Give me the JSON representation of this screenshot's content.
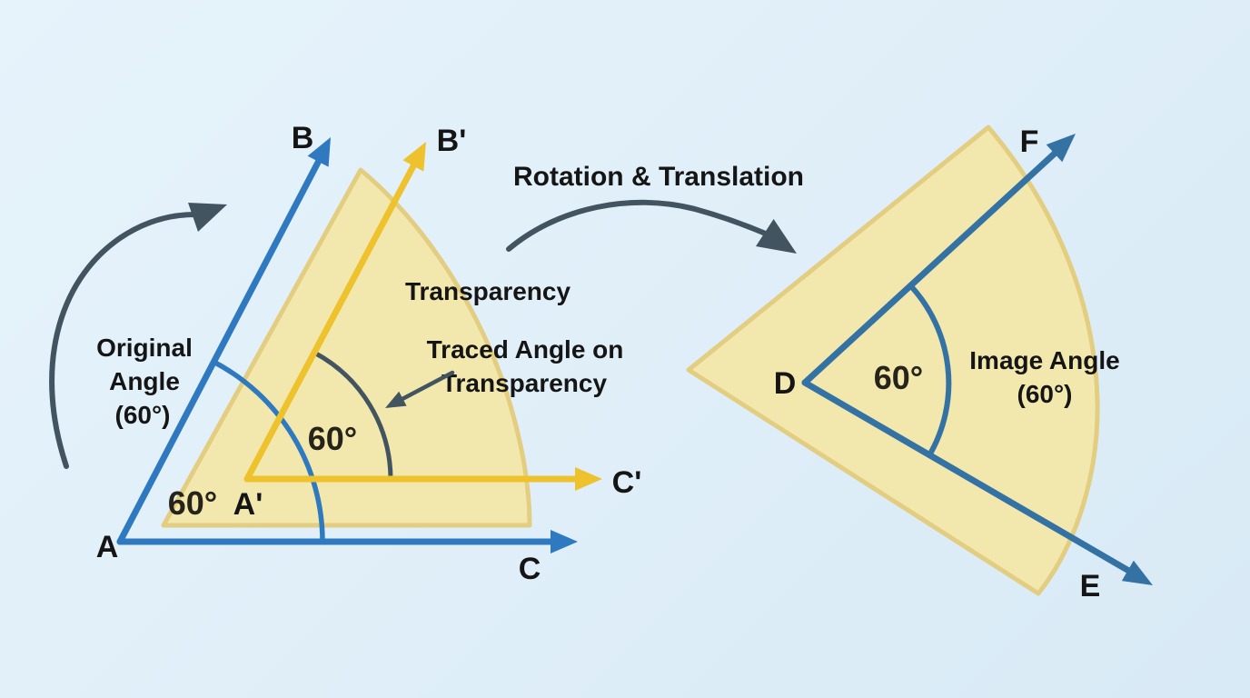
{
  "colors": {
    "background": "#dfeef8",
    "blue": "#2e79bf",
    "blue_right": "#3572a4",
    "yellow": "#eec22d",
    "transparency_fill": "#f3e7a7",
    "transparency_border": "#e2cd80",
    "dark": "#41545f",
    "text": "#151515"
  },
  "left": {
    "vertex": "A",
    "ray_top": "B",
    "ray_right": "C",
    "angle": "60°",
    "caption": {
      "line1": "Original",
      "line2": "Angle",
      "line3": "(60°)"
    },
    "traced_vertex": "A'",
    "traced_ray_top": "B'",
    "traced_ray_right": "C'",
    "traced_angle": "60°",
    "sheet_label": "Transparency",
    "pointer": {
      "line1": "Traced Angle on",
      "line2": "Transparency"
    }
  },
  "transform": {
    "label": "Rotation & Translation"
  },
  "right": {
    "vertex": "D",
    "ray_top": "F",
    "ray_bottom": "E",
    "angle": "60°",
    "caption": {
      "line1": "Image Angle",
      "line2": "(60°)"
    }
  }
}
